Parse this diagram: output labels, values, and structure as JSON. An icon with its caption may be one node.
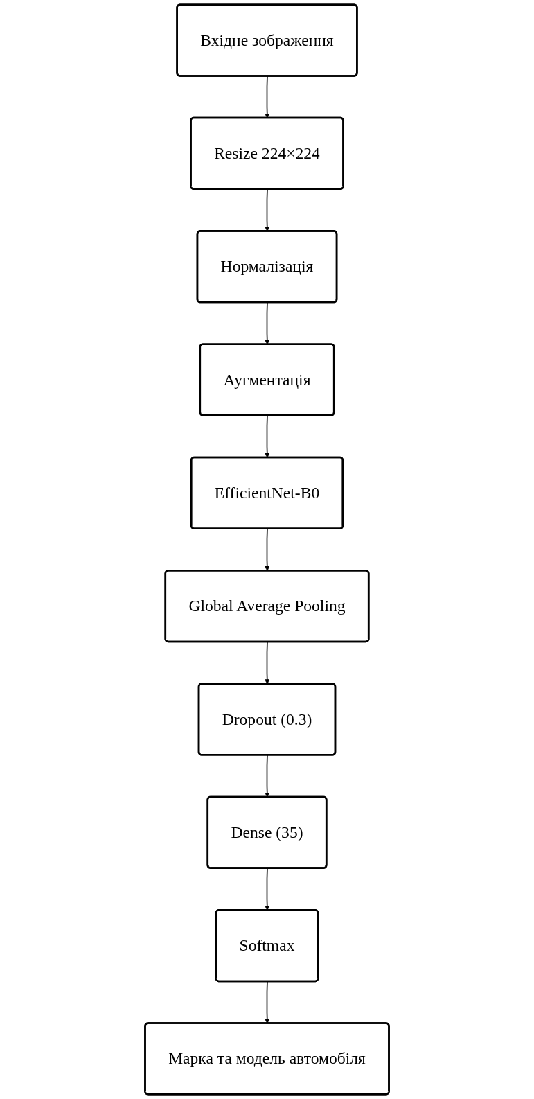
{
  "diagram": {
    "nodes": [
      {
        "text": [
          "Вхідне зображення"
        ]
      },
      {
        "text": [
          "Resize 224×224"
        ]
      },
      {
        "text": [
          "Нормалізація"
        ]
      },
      {
        "text": [
          "Аугментація"
        ]
      },
      {
        "text": [
          "EfficientNet-B0"
        ]
      },
      {
        "text": [
          "Global Average Pooling"
        ]
      },
      {
        "text": [
          "Dropout (0.3)"
        ]
      },
      {
        "text": [
          "Dense (35)"
        ]
      },
      {
        "text": [
          "Softmax"
        ]
      },
      {
        "text": [
          "Марка та модель автомобіля"
        ]
      }
    ],
    "edges": [
      {
        "from": 0,
        "to": 1,
        "arrow": "to"
      },
      {
        "from": 1,
        "to": 2,
        "arrow": "to"
      },
      {
        "from": 2,
        "to": 3,
        "arrow": "to"
      },
      {
        "from": 3,
        "to": 4,
        "arrow": "to"
      },
      {
        "from": 4,
        "to": 5,
        "arrow": "to"
      },
      {
        "from": 5,
        "to": 6,
        "arrow": "to"
      },
      {
        "from": 6,
        "to": 7,
        "arrow": "to"
      },
      {
        "from": 7,
        "to": 8,
        "arrow": "to"
      },
      {
        "from": 8,
        "to": 9,
        "arrow": "to"
      }
    ]
  }
}
